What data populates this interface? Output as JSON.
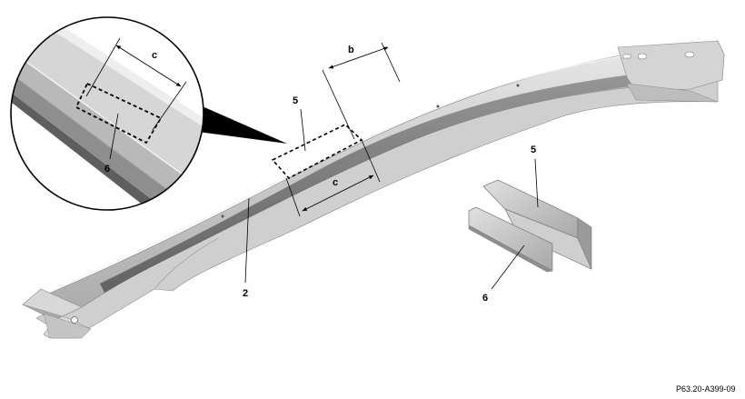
{
  "callouts": {
    "part5_main": "5",
    "part2_main": "2",
    "dim_b": "b",
    "dim_c_main": "c",
    "dim_c_detail": "c",
    "part6_detail": "6",
    "part5_loose": "5",
    "part6_loose": "6"
  },
  "figure_ref": "P63.20-A399-09",
  "colors": {
    "metal_light": "#d9d9d9",
    "metal_mid": "#b8b8b8",
    "metal_dark": "#6e6e6e",
    "line": "#000000"
  }
}
